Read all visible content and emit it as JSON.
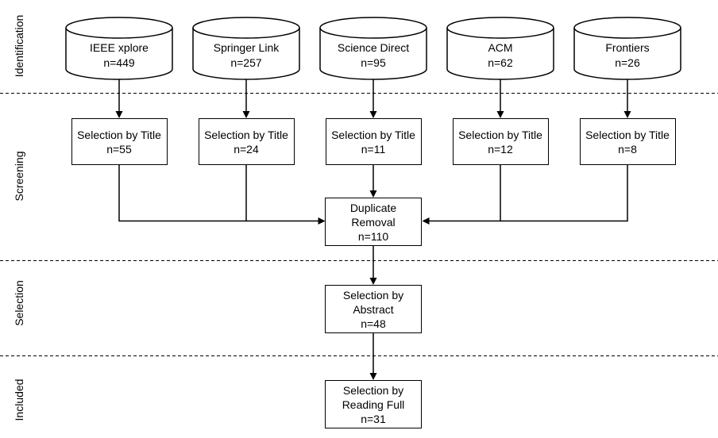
{
  "stages": [
    {
      "label": "Identification"
    },
    {
      "label": "Screening"
    },
    {
      "label": "Selection"
    },
    {
      "label": "Included"
    }
  ],
  "databases": [
    {
      "name": "IEEE xplore",
      "count": "n=449"
    },
    {
      "name": "Springer Link",
      "count": "n=257"
    },
    {
      "name": "Science Direct",
      "count": "n=95"
    },
    {
      "name": "ACM",
      "count": "n=62"
    },
    {
      "name": "Frontiers",
      "count": "n=26"
    }
  ],
  "title_selection_boxes": [
    {
      "label": "Selection by Title",
      "count": "n=55"
    },
    {
      "label": "Selection by Title",
      "count": "n=24"
    },
    {
      "label": "Selection by Title",
      "count": "n=11"
    },
    {
      "label": "Selection by Title",
      "count": "n=12"
    },
    {
      "label": "Selection by Title",
      "count": "n=8"
    }
  ],
  "duplicate_removal": {
    "line1": "Duplicate",
    "line2": "Removal",
    "count": "n=110"
  },
  "abstract_selection": {
    "line1": "Selection by",
    "line2": "Abstract",
    "count": "n=48"
  },
  "full_reading_selection": {
    "line1": "Selection by",
    "line2": "Reading Full",
    "count": "n=31"
  },
  "colors": {
    "line": "#000000",
    "background": "#ffffff",
    "box_fill": "#ffffff"
  }
}
